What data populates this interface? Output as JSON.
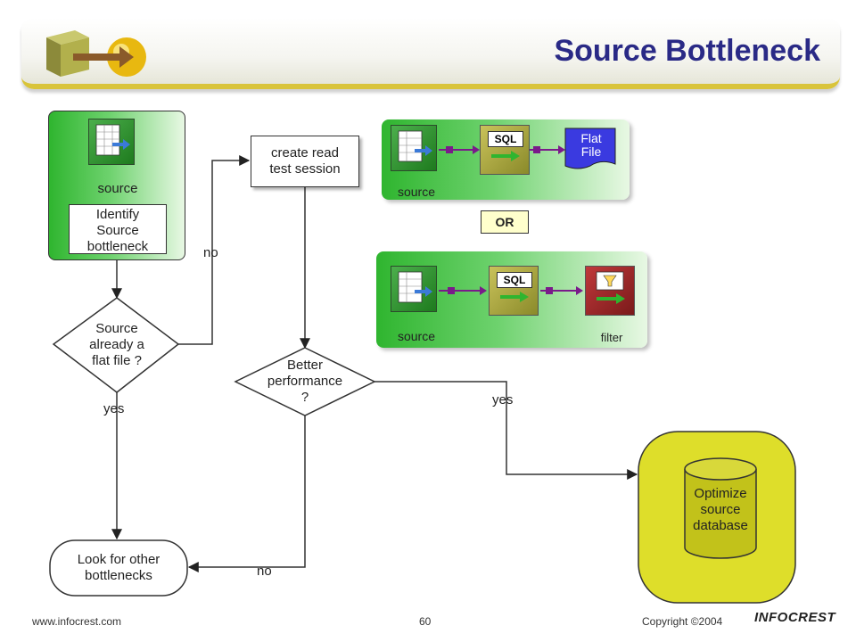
{
  "slide": {
    "title": "Source Bottleneck",
    "footer_left": "www.infocrest.com",
    "page_number": "60",
    "footer_right": "Copyright ©2004",
    "logo_text": "INFOCREST"
  },
  "flow": {
    "start_box_label": "source",
    "start_box_text": [
      "Identify",
      "Source",
      "bottleneck"
    ],
    "decision_flat": [
      "Source",
      "already a",
      "flat file ?"
    ],
    "branch_no_1": "no",
    "branch_yes_1": "yes",
    "create_session": [
      "create read",
      "test session"
    ],
    "decision_perf": [
      "Better",
      "performance",
      "?"
    ],
    "branch_yes_2": "yes",
    "branch_no_2": "no",
    "other_bottlenecks": [
      "Look for other",
      "bottlenecks"
    ],
    "optimize": [
      "Optimize",
      "source",
      "database"
    ]
  },
  "mappings": {
    "top": {
      "source_label": "source",
      "sql_label": "SQL",
      "target_label": [
        "Flat",
        "File"
      ]
    },
    "or_label": "OR",
    "bottom": {
      "source_label": "source",
      "sql_label": "SQL",
      "filter_label": "filter"
    }
  },
  "colors": {
    "title": "#2a2a86",
    "green": "#2fb52f",
    "olive": "#dede2a",
    "flatfile": "#3a3ae0",
    "connector": "#7a1a8a"
  }
}
